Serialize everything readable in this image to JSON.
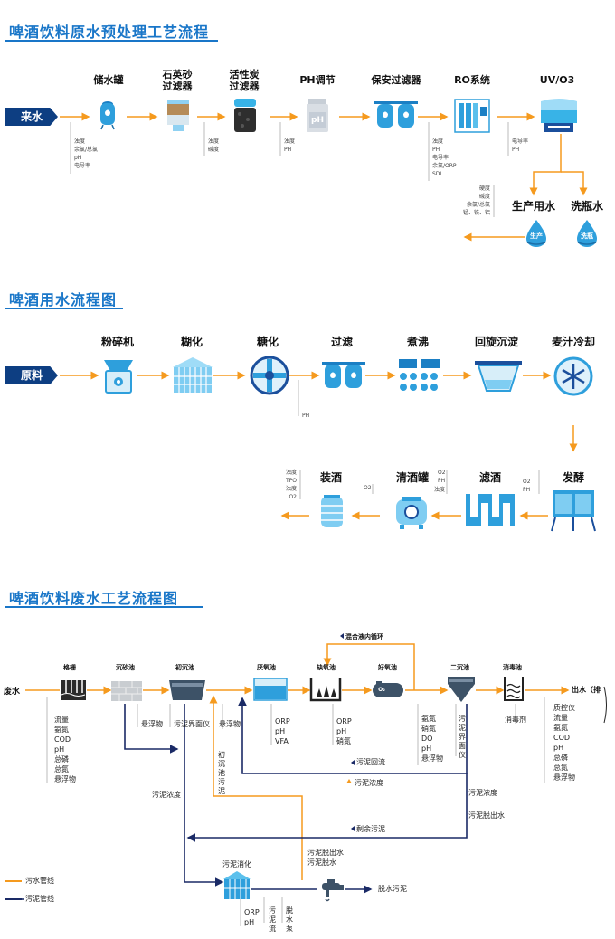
{
  "sections": {
    "pre": {
      "title": "啤酒饮料原水预处理工艺流程"
    },
    "brew": {
      "title": "啤酒用水流程图"
    },
    "waste": {
      "title": "啤酒饮料废水工艺流程图"
    }
  },
  "pre": {
    "start": "来水",
    "steps": [
      {
        "label": "储水罐",
        "params": [
          "浊度",
          "余氯/总氯",
          "pH",
          "电导率"
        ]
      },
      {
        "label": "石英砂\n过滤器",
        "params": []
      },
      {
        "label": "活性炭\n过滤器",
        "params": [
          "浊度",
          "碱度"
        ]
      },
      {
        "label": "PH调节",
        "params": [
          "浊度",
          "PH"
        ]
      },
      {
        "label": "保安过滤器",
        "params": []
      },
      {
        "label": "RO系统",
        "params": [
          "浊度",
          "PH",
          "电导率",
          "余氯/ORP",
          "SDI"
        ]
      },
      {
        "label": "UV/O3",
        "params": [
          "电导率",
          "PH"
        ]
      }
    ],
    "outputs": [
      {
        "label": "生产用水",
        "badge": "生产"
      },
      {
        "label": "洗瓶水",
        "badge": "洗瓶"
      }
    ],
    "output_params": [
      "硬度",
      "碱度",
      "余氯/总氯",
      "锰、铁、铝"
    ],
    "ph_icon_text": "pH"
  },
  "brew": {
    "start": "原料",
    "steps": [
      "粉碎机",
      "糊化",
      "糖化",
      "过滤",
      "煮沸",
      "回旋沉淀",
      "麦汁冷却",
      "发酵",
      "滤酒",
      "清酒罐",
      "装酒"
    ],
    "filter_param": "PH",
    "ferment_params": [
      "O2",
      "PH"
    ],
    "filter_wine_params": [
      "O2",
      "PH",
      "浊度"
    ],
    "clear_tank_param": "O2",
    "fill_params": [
      "浊度",
      "TPO",
      "浊度",
      "O2"
    ]
  },
  "waste": {
    "start": "废水",
    "end": "出水（排",
    "units": [
      "格栅",
      "沉砂池",
      "初沉池",
      "厌氧池",
      "缺氧池",
      "好氧池",
      "二沉池",
      "消毒池"
    ],
    "recycle_label": "混合液内循环",
    "inlet_params": [
      "流量",
      "氨氮",
      "COD",
      "pH",
      "总磷",
      "总氮",
      "悬浮物"
    ],
    "grit_param": "悬浮物",
    "primary_param": "污泥界面仪",
    "anaerobic_inlet_param": "悬浮物",
    "anaerobic_params": [
      "ORP",
      "pH",
      "VFA"
    ],
    "anoxic_params": [
      "ORP",
      "pH",
      "硝氮"
    ],
    "aerobic_params": [
      "氨氮",
      "硝氮",
      "DO",
      "pH",
      "悬浮物"
    ],
    "secondary_param": "污泥界面仪",
    "disinfect_param": "消毒剂",
    "outlet_params": [
      "质控仪",
      "流量",
      "氨氮",
      "COD",
      "pH",
      "总磷",
      "总氮",
      "悬浮物"
    ],
    "primary_sludge": "初沉池污泥",
    "sludge_return": "污泥回流",
    "sludge_conc": "污泥浓度",
    "sludge_conc_right": "污泥浓度",
    "sludge_dewater_out": "污泥脱出水",
    "residual_sludge": "剩余污泥",
    "sludge_conc_left": "污泥浓度",
    "dewater_out": "污泥脱出水",
    "dewater_water": "污泥脱水",
    "digestion": "污泥消化",
    "digestion_params": [
      "ORP",
      "pH"
    ],
    "digestion_flow": "污泥流",
    "dewater_pump": "脱水泵",
    "dewatered_sludge": "脱水污泥",
    "o2_label": "O₂",
    "legend": [
      {
        "label": "污水管线",
        "color": "#f59a1e"
      },
      {
        "label": "污泥管线",
        "color": "#1a2a66"
      }
    ]
  },
  "colors": {
    "title": "#1976c8",
    "water_line": "#f59a1e",
    "sludge_line": "#1a2a66",
    "tag": "#0d3e82",
    "icon_blue": "#2e9fdc"
  }
}
